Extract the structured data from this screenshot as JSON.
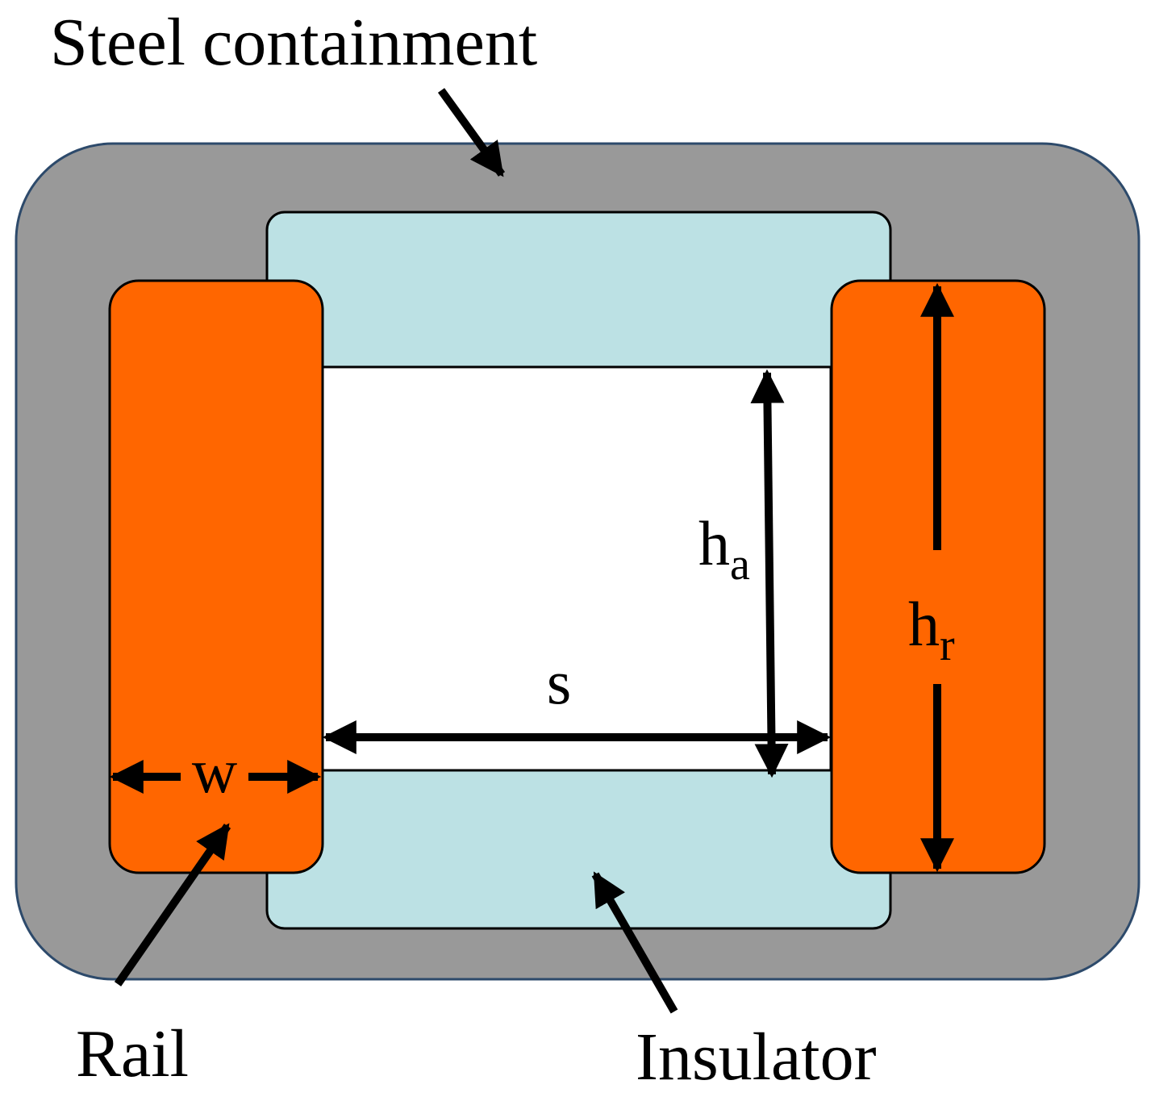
{
  "labels": {
    "steel_containment": "Steel containment",
    "rail": "Rail",
    "insulator": "Insulator"
  },
  "dimensions": {
    "w": "w",
    "s": "s",
    "h_a": {
      "base": "h",
      "sub": "a"
    },
    "h_r": {
      "base": "h",
      "sub": "r"
    }
  },
  "colors": {
    "steel": "#999999",
    "steel_outline": "#2d4a6b",
    "insulator": "#bce1e4",
    "rail": "#ff6600",
    "bore": "#ffffff",
    "lines": "#000000"
  }
}
